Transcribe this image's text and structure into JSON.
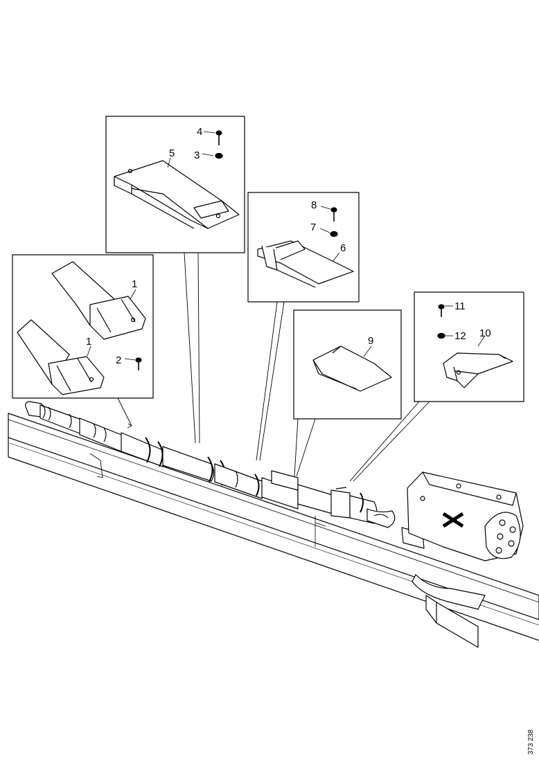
{
  "callouts": {
    "c1a": "1",
    "c1b": "1",
    "c2": "2",
    "c3": "3",
    "c4": "4",
    "c5": "5",
    "c6": "6",
    "c7": "7",
    "c8": "8",
    "c9": "9",
    "c10": "10",
    "c11": "11",
    "c12": "12"
  },
  "reference_number": "373 238"
}
